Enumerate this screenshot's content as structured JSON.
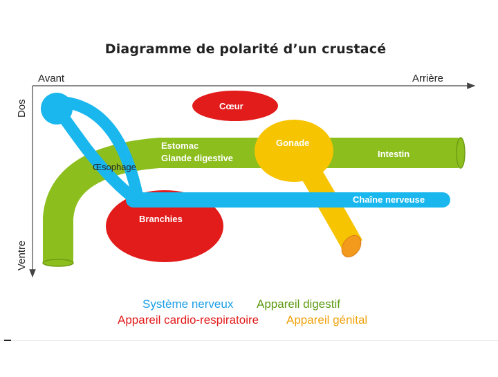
{
  "title": "Diagramme de polarité d’un crustacé",
  "axis": {
    "front": "Avant",
    "back": "Arrière",
    "dorsal": "Dos",
    "ventral": "Ventre"
  },
  "organs": {
    "heart": "Cœur",
    "gonad": "Gonade",
    "intestine": "Intestin",
    "stomach": "Estomac",
    "digestive_gland": "Glande digestive",
    "esophagus": "Œsophage",
    "nerve_cord": "Chaîne nerveuse",
    "gills": "Branchies"
  },
  "legend": {
    "nervous": "Système nerveux",
    "digestive": "Appareil digestif",
    "cardio": "Appareil cardio-respiratoire",
    "genital": "Appareil génital"
  },
  "colors": {
    "nervous": "#1ab7ee",
    "digestive": "#8cbe1e",
    "cardio": "#e21b1b",
    "genital": "#f6c400",
    "genital_tip": "#f39a1c"
  }
}
